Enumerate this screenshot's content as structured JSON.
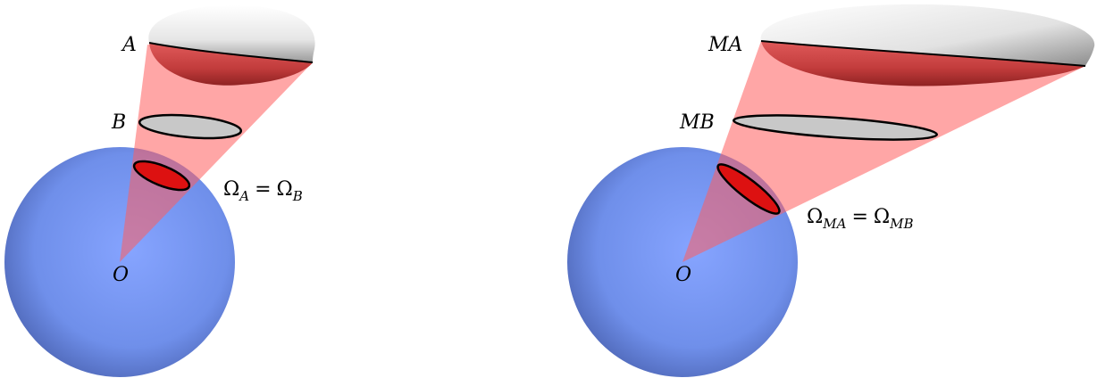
{
  "colors": {
    "sphere": "#6f8fea",
    "cone": "#ff7a7a",
    "cap": "#dd1111",
    "disk": "#c8c8c8",
    "outline": "#000000"
  },
  "panels": [
    {
      "origin_label": "O",
      "outer_label": "A",
      "inner_label": "B",
      "eq": {
        "lhs": "Ω",
        "lhs_sub": "A",
        "eq": "=",
        "rhs": "Ω",
        "rhs_sub": "B"
      }
    },
    {
      "origin_label": "O",
      "outer_label": "MA",
      "inner_label": "MB",
      "eq": {
        "lhs": "Ω",
        "lhs_sub": "MA",
        "eq": "=",
        "rhs": "Ω",
        "rhs_sub": "MB"
      }
    }
  ]
}
